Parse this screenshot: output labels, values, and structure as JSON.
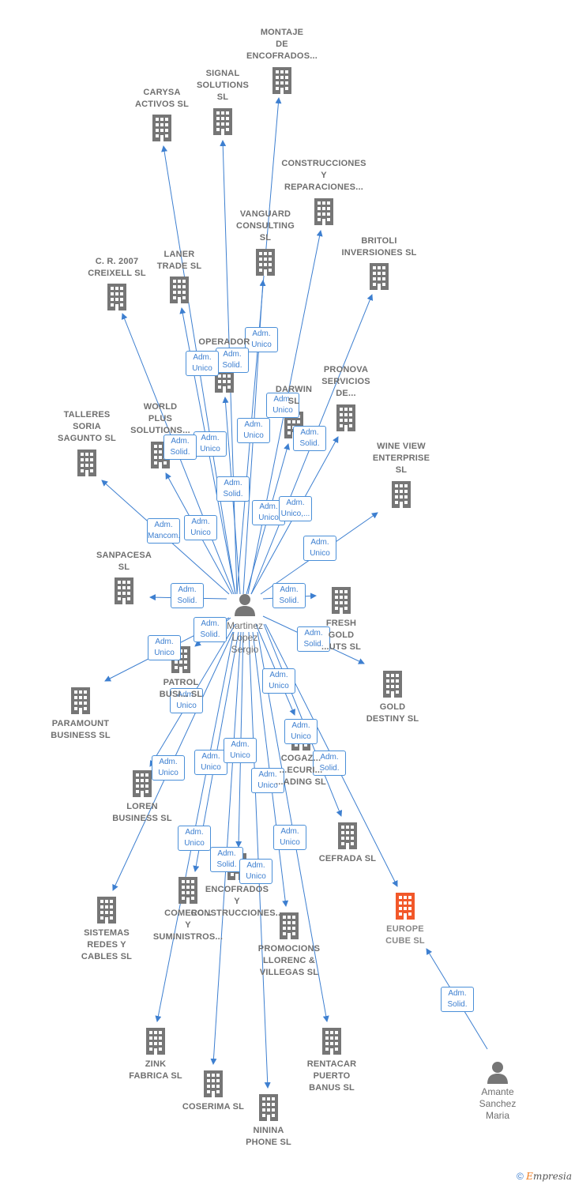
{
  "colors": {
    "building": "#767676",
    "building_focus": "#f2582a",
    "edge": "#3d7fd0",
    "person": "#767676"
  },
  "hub": {
    "id": "martinez",
    "label": [
      "Martinez",
      "Lopez",
      "Sergio"
    ]
  },
  "persons": [
    {
      "id": "martinez",
      "label": [
        "Martinez",
        "Lopez",
        "Sergio"
      ]
    },
    {
      "id": "amante",
      "label": [
        "Amante",
        "Sanchez",
        "Maria"
      ]
    }
  ],
  "companies": [
    {
      "id": "montaje",
      "label": [
        "MONTAJE",
        "DE",
        "ENCOFRADOS..."
      ]
    },
    {
      "id": "signal",
      "label": [
        "SIGNAL",
        "SOLUTIONS",
        "SL"
      ]
    },
    {
      "id": "carysa",
      "label": [
        "CARYSA",
        "ACTIVOS  SL"
      ]
    },
    {
      "id": "construcciones_rep",
      "label": [
        "CONSTRUCCIONES",
        "Y",
        "REPARACIONES..."
      ]
    },
    {
      "id": "vanguard",
      "label": [
        "VANGUARD",
        "CONSULTING",
        "SL"
      ]
    },
    {
      "id": "britoli",
      "label": [
        "BRITOLI",
        "INVERSIONES SL"
      ]
    },
    {
      "id": "creixell",
      "label": [
        "C. R. 2007",
        "CREIXELL SL"
      ]
    },
    {
      "id": "laner",
      "label": [
        "LANER",
        "TRADE  SL"
      ]
    },
    {
      "id": "operador",
      "label": [
        "OPERADOR"
      ]
    },
    {
      "id": "darwin",
      "label": [
        "DARWIN",
        "SL"
      ]
    },
    {
      "id": "pronova",
      "label": [
        "PRONOVA",
        "SERVICIOS",
        "DE..."
      ]
    },
    {
      "id": "talleres",
      "label": [
        "TALLERES",
        "SORIA",
        "SAGUNTO  SL"
      ]
    },
    {
      "id": "world",
      "label": [
        "WORLD",
        "PLUS",
        "SOLUTIONS..."
      ]
    },
    {
      "id": "wineview",
      "label": [
        "WINE VIEW",
        "ENTERPRISE",
        "SL"
      ]
    },
    {
      "id": "sanpacesa",
      "label": [
        "SANPACESA",
        "SL"
      ]
    },
    {
      "id": "fresh",
      "label": [
        "FRESH",
        "GOLD",
        "...UTS  SL"
      ]
    },
    {
      "id": "patrol",
      "label": [
        "PATROL",
        "BUSI...  SL"
      ]
    },
    {
      "id": "gold",
      "label": [
        "GOLD",
        "DESTINY  SL"
      ]
    },
    {
      "id": "paramount",
      "label": [
        "PARAMOUNT",
        "BUSINESS SL"
      ]
    },
    {
      "id": "cogaz",
      "label": [
        "COGAZ...",
        "...ECURI...",
        "...ADING SL"
      ]
    },
    {
      "id": "loren",
      "label": [
        "LOREN",
        "BUSINESS  SL"
      ]
    },
    {
      "id": "cefrada",
      "label": [
        "CEFRADA SL"
      ]
    },
    {
      "id": "europe",
      "label": [
        "EUROPE",
        "CUBE  SL"
      ]
    },
    {
      "id": "sistemas",
      "label": [
        "SISTEMAS",
        "REDES Y",
        "CABLES  SL"
      ]
    },
    {
      "id": "comercial",
      "label": [
        "COMERC...",
        "Y",
        "SUMINISTROS..."
      ]
    },
    {
      "id": "encofrados",
      "label": [
        "ENCOFRADOS",
        "Y",
        "CONSTRUCCIONES..."
      ]
    },
    {
      "id": "promocions",
      "label": [
        "PROMOCIONS",
        "LLORENC &",
        "VILLEGAS SL"
      ]
    },
    {
      "id": "zink",
      "label": [
        "ZINK",
        "FABRICA SL"
      ]
    },
    {
      "id": "coserima",
      "label": [
        "COSERIMA  SL"
      ]
    },
    {
      "id": "ninina",
      "label": [
        "NININA",
        "PHONE  SL"
      ]
    },
    {
      "id": "rentacar",
      "label": [
        "RENTACAR",
        "PUERTO",
        "BANUS SL"
      ]
    }
  ],
  "edges": [
    {
      "from": "martinez",
      "to": "montaje",
      "label": [
        "Adm.",
        "Unico"
      ]
    },
    {
      "from": "martinez",
      "to": "signal",
      "label": [
        "Adm.",
        "Solid."
      ]
    },
    {
      "from": "martinez",
      "to": "carysa",
      "label": [
        "Adm.",
        "Unico"
      ]
    },
    {
      "from": "martinez",
      "to": "construcciones_rep",
      "label": [
        "Adm.",
        "Unico"
      ]
    },
    {
      "from": "martinez",
      "to": "vanguard",
      "label": [
        "Adm.",
        "Solid."
      ]
    },
    {
      "from": "martinez",
      "to": "britoli",
      "label": [
        "Adm.",
        "Solid."
      ]
    },
    {
      "from": "martinez",
      "to": "creixell",
      "label": [
        "Adm.",
        "Unico"
      ]
    },
    {
      "from": "martinez",
      "to": "laner",
      "label": [
        "Adm.",
        "Unico"
      ]
    },
    {
      "from": "martinez",
      "to": "operador",
      "label": [
        "Adm.",
        "Unico"
      ]
    },
    {
      "from": "martinez",
      "to": "darwin",
      "label": [
        "Adm.",
        "Unico"
      ]
    },
    {
      "from": "martinez",
      "to": "pronova",
      "label": [
        "Adm.",
        "Unico,..."
      ]
    },
    {
      "from": "martinez",
      "to": "talleres",
      "label": [
        "Adm.",
        "Mancom."
      ]
    },
    {
      "from": "martinez",
      "to": "world",
      "label": [
        "Adm.",
        "Solid."
      ]
    },
    {
      "from": "martinez",
      "to": "wineview",
      "label": [
        "Adm.",
        "Unico"
      ]
    },
    {
      "from": "martinez",
      "to": "sanpacesa",
      "label": [
        "Adm.",
        "Solid."
      ]
    },
    {
      "from": "martinez",
      "to": "fresh",
      "label": [
        "Adm.",
        "Solid."
      ]
    },
    {
      "from": "martinez",
      "to": "patrol",
      "label": [
        "Adm.",
        "Solid."
      ]
    },
    {
      "from": "martinez",
      "to": "gold",
      "label": [
        "Adm.",
        "Solid."
      ]
    },
    {
      "from": "martinez",
      "to": "paramount",
      "label": [
        "Adm.",
        "Unico"
      ]
    },
    {
      "from": "martinez",
      "to": "cogaz",
      "label": [
        "Adm.",
        "Unico"
      ]
    },
    {
      "from": "martinez",
      "to": "loren",
      "label": [
        "Adm.",
        "Unico"
      ]
    },
    {
      "from": "martinez",
      "to": "cefrada",
      "label": [
        "Adm.",
        "Solid."
      ]
    },
    {
      "from": "martinez",
      "to": "europe",
      "label": [
        "Adm.",
        "Unico"
      ]
    },
    {
      "from": "martinez",
      "to": "sistemas",
      "label": [
        "Adm.",
        "Unico"
      ]
    },
    {
      "from": "martinez",
      "to": "comercial",
      "label": [
        "Adm.",
        "Unico"
      ]
    },
    {
      "from": "martinez",
      "to": "encofrados",
      "label": [
        "Adm.",
        "Unico"
      ]
    },
    {
      "from": "martinez",
      "to": "promocions",
      "label": [
        "Adm.",
        "Unico"
      ]
    },
    {
      "from": "martinez",
      "to": "zink",
      "label": [
        "Adm.",
        "Unico"
      ]
    },
    {
      "from": "martinez",
      "to": "coserima",
      "label": [
        "Adm.",
        "Solid."
      ]
    },
    {
      "from": "martinez",
      "to": "ninina",
      "label": [
        "Adm.",
        "Unico"
      ]
    },
    {
      "from": "martinez",
      "to": "rentacar",
      "label": [
        "Adm.",
        "Unico"
      ]
    },
    {
      "from": "amante",
      "to": "europe",
      "label": [
        "Adm.",
        "Solid."
      ]
    }
  ],
  "footer": {
    "copyright": "©",
    "brand_first": "E",
    "brand_rest": "mpresia"
  }
}
